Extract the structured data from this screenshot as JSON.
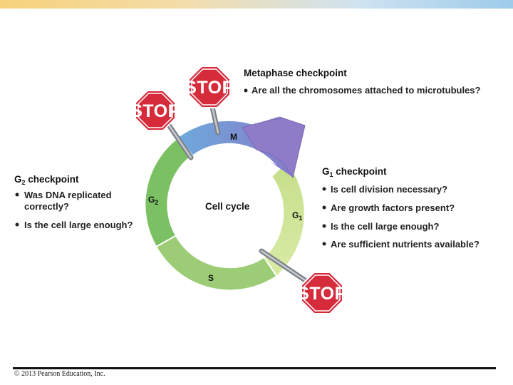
{
  "center_label": "Cell cycle",
  "phases": {
    "m": "M",
    "g2_letter": "G",
    "g2_sub": "2",
    "g1_letter": "G",
    "g1_sub": "1",
    "s": "S"
  },
  "stop_sign_text": "STOP",
  "metaphase": {
    "title": "Metaphase checkpoint",
    "items": [
      "Are all the chromosomes attached to microtubules?"
    ]
  },
  "g2_checkpoint": {
    "title_letter": "G",
    "title_sub": "2",
    "title_rest": " checkpoint",
    "items": [
      "Was DNA replicated",
      "correctly?",
      "Is the cell large enough?"
    ]
  },
  "g1_checkpoint": {
    "title_letter": "G",
    "title_sub": "1",
    "title_rest": " checkpoint",
    "items": [
      "Is cell division necessary?",
      "Are growth factors present?",
      "Is the cell large enough?",
      "Are sufficient nutrients available?"
    ]
  },
  "footer": "© 2013 Pearson Education, Inc."
}
